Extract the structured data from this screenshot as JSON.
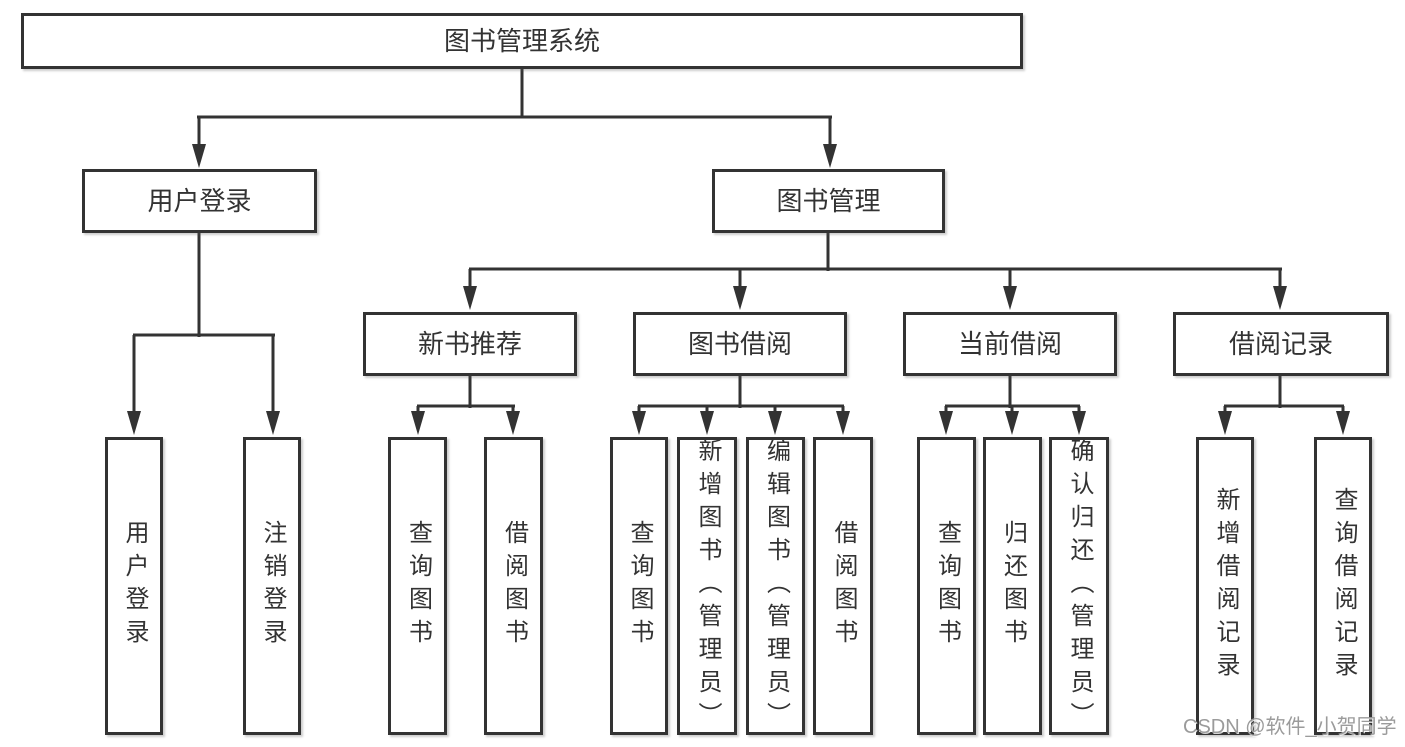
{
  "nodes": {
    "root": "图书管理系统",
    "user_login": "用户登录",
    "book_management": "图书管理",
    "new_book_recommend": "新书推荐",
    "book_borrow": "图书借阅",
    "current_borrow": "当前借阅",
    "borrow_records": "借阅记录",
    "leaf_user_login": "用户登录",
    "leaf_logout": "注销登录",
    "leaf_nb_query_book": "查询图书",
    "leaf_nb_borrow_book": "借阅图书",
    "leaf_bb_query_book": "查询图书",
    "leaf_bb_add_book": "新增图书（管理员）",
    "leaf_bb_edit_book": "编辑图书（管理员）",
    "leaf_bb_borrow_book": "借阅图书",
    "leaf_cb_query_book": "查询图书",
    "leaf_cb_return_book": "归还图书",
    "leaf_cb_confirm_return": "确认归还（管理员）",
    "leaf_br_add_record": "新增借阅记录",
    "leaf_br_query_record": "查询借阅记录"
  },
  "watermark": "CSDN @软件_小贺同学",
  "colors": {
    "line": "#333333",
    "text": "#333333",
    "watermark": "#9b9b9b",
    "background": "#ffffff"
  }
}
